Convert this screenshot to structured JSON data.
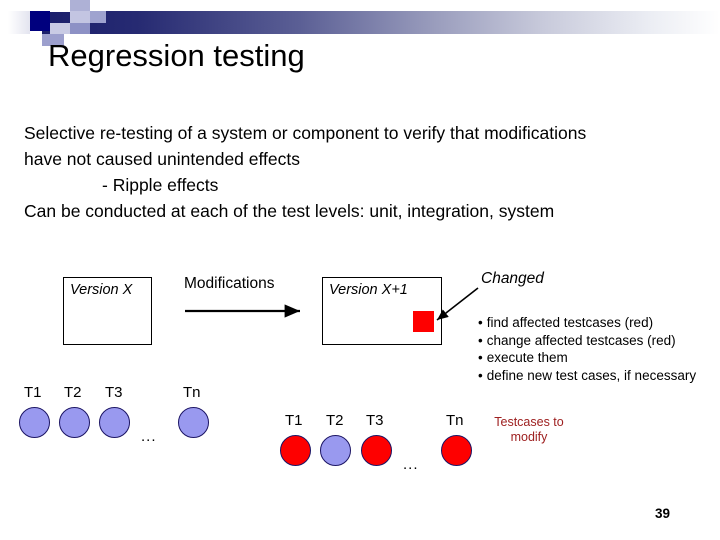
{
  "slide": {
    "title": "Regression testing",
    "page_number": "39",
    "accent_dark": "#00007e",
    "accent_red": "#fe0000",
    "accent_purple": "#9999ef",
    "note_color": "#9e2020"
  },
  "body": {
    "lines": [
      "Selective re-testing of a system or component to verify that modifications",
      "have not caused unintended effects"
    ],
    "indented_line": "- Ripple effects",
    "last_line": "Can be conducted at each of the test levels:  unit, integration, system"
  },
  "diagram": {
    "version_x_label": "Version X",
    "version_x1_label": "Version X+1",
    "modifications_label": "Modifications",
    "changed_label": "Changed",
    "bullets": [
      "find affected testcases (red)",
      "change affected testcases (red)",
      "execute them",
      "define new test cases, if necessary"
    ],
    "bullet_glyph": "•",
    "testcase_note": "Testcases to modify",
    "ellipsis": "..."
  },
  "testcases_before": {
    "items": [
      {
        "label": "T1",
        "color": "purple"
      },
      {
        "label": "T2",
        "color": "purple"
      },
      {
        "label": "T3",
        "color": "purple"
      },
      {
        "label": "Tn",
        "color": "purple"
      }
    ]
  },
  "testcases_after": {
    "items": [
      {
        "label": "T1",
        "color": "red"
      },
      {
        "label": "T2",
        "color": "purple"
      },
      {
        "label": "T3",
        "color": "red"
      },
      {
        "label": "Tn",
        "color": "red"
      }
    ]
  }
}
